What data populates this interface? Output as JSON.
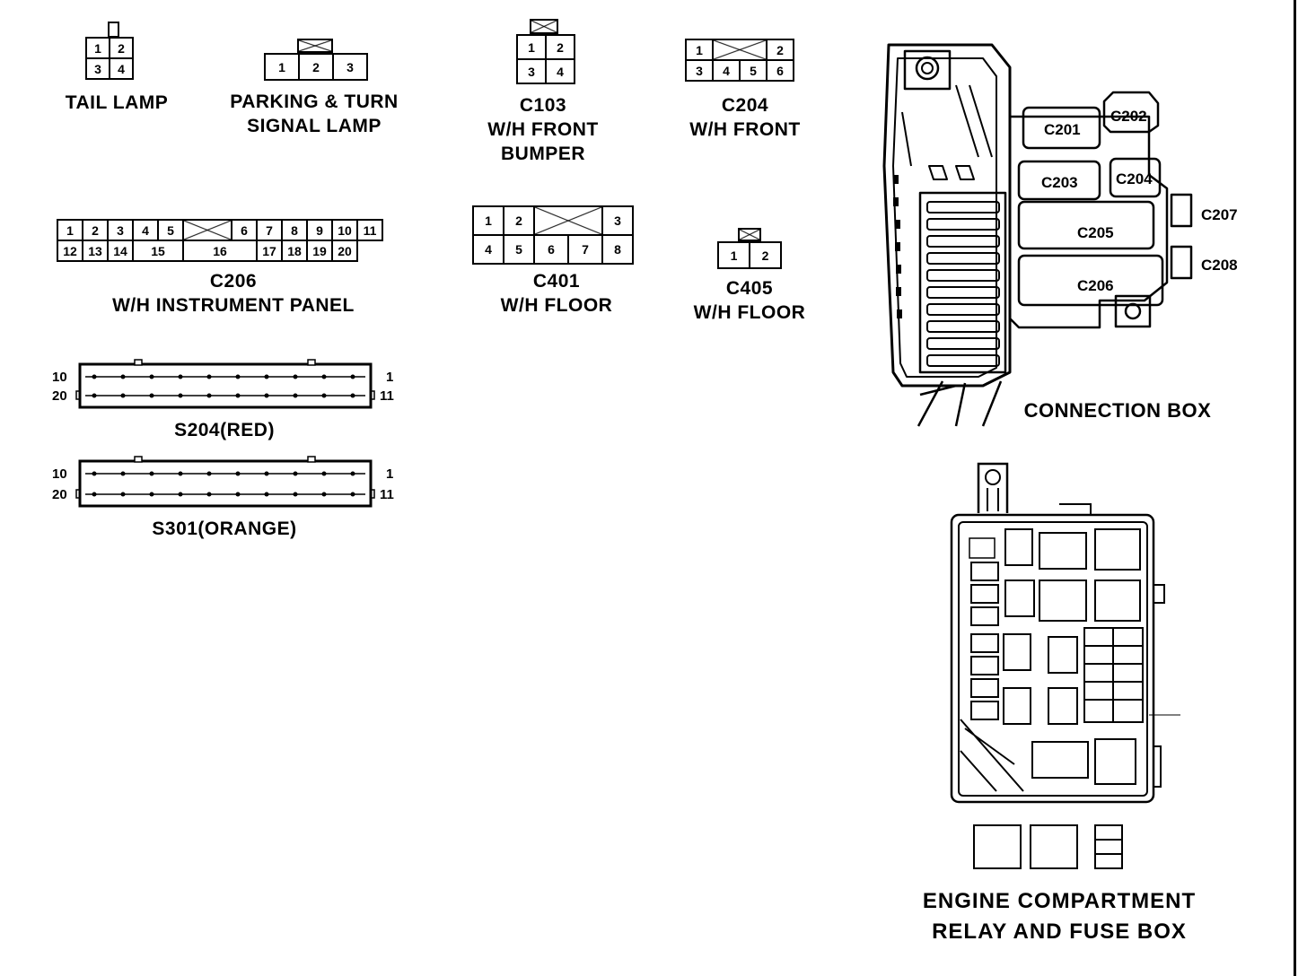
{
  "tail_lamp": {
    "pins": [
      "1",
      "2",
      "3",
      "4"
    ],
    "label": "TAIL LAMP"
  },
  "parking_turn": {
    "pins": [
      "1",
      "2",
      "3"
    ],
    "label_line1": "PARKING & TURN",
    "label_line2": "SIGNAL LAMP"
  },
  "c103": {
    "pins": [
      "1",
      "2",
      "3",
      "4"
    ],
    "label_line1": "C103",
    "label_line2": "W/H FRONT",
    "label_line3": "BUMPER"
  },
  "c204": {
    "top": [
      "1",
      "2"
    ],
    "bottom": [
      "3",
      "4",
      "5",
      "6"
    ],
    "label_line1": "C204",
    "label_line2": "W/H FRONT"
  },
  "c206": {
    "top": [
      "1",
      "2",
      "3",
      "4",
      "5",
      "6",
      "7",
      "8",
      "9",
      "10",
      "11"
    ],
    "bottom": [
      "12",
      "13",
      "14",
      "15",
      "16",
      "17",
      "18",
      "19",
      "20"
    ],
    "label_line1": "C206",
    "label_line2": "W/H INSTRUMENT PANEL"
  },
  "c401": {
    "top": [
      "1",
      "2",
      "3"
    ],
    "bottom": [
      "4",
      "5",
      "6",
      "7",
      "8"
    ],
    "label_line1": "C401",
    "label_line2": "W/H FLOOR"
  },
  "c405": {
    "pins": [
      "1",
      "2"
    ],
    "label_line1": "C405",
    "label_line2": "W/H FLOOR"
  },
  "s204": {
    "left_top": "10",
    "left_bottom": "20",
    "right_top": "1",
    "right_bottom": "11",
    "label": "S204(RED)"
  },
  "s301": {
    "left_top": "10",
    "left_bottom": "20",
    "right_top": "1",
    "right_bottom": "11",
    "label": "S301(ORANGE)"
  },
  "connection_box": {
    "label": "CONNECTION BOX",
    "connectors": [
      "C201",
      "C202",
      "C203",
      "C204",
      "C205",
      "C206",
      "C207",
      "C208"
    ]
  },
  "engine_box": {
    "label_line1": "ENGINE COMPARTMENT",
    "label_line2": "RELAY AND FUSE BOX"
  }
}
